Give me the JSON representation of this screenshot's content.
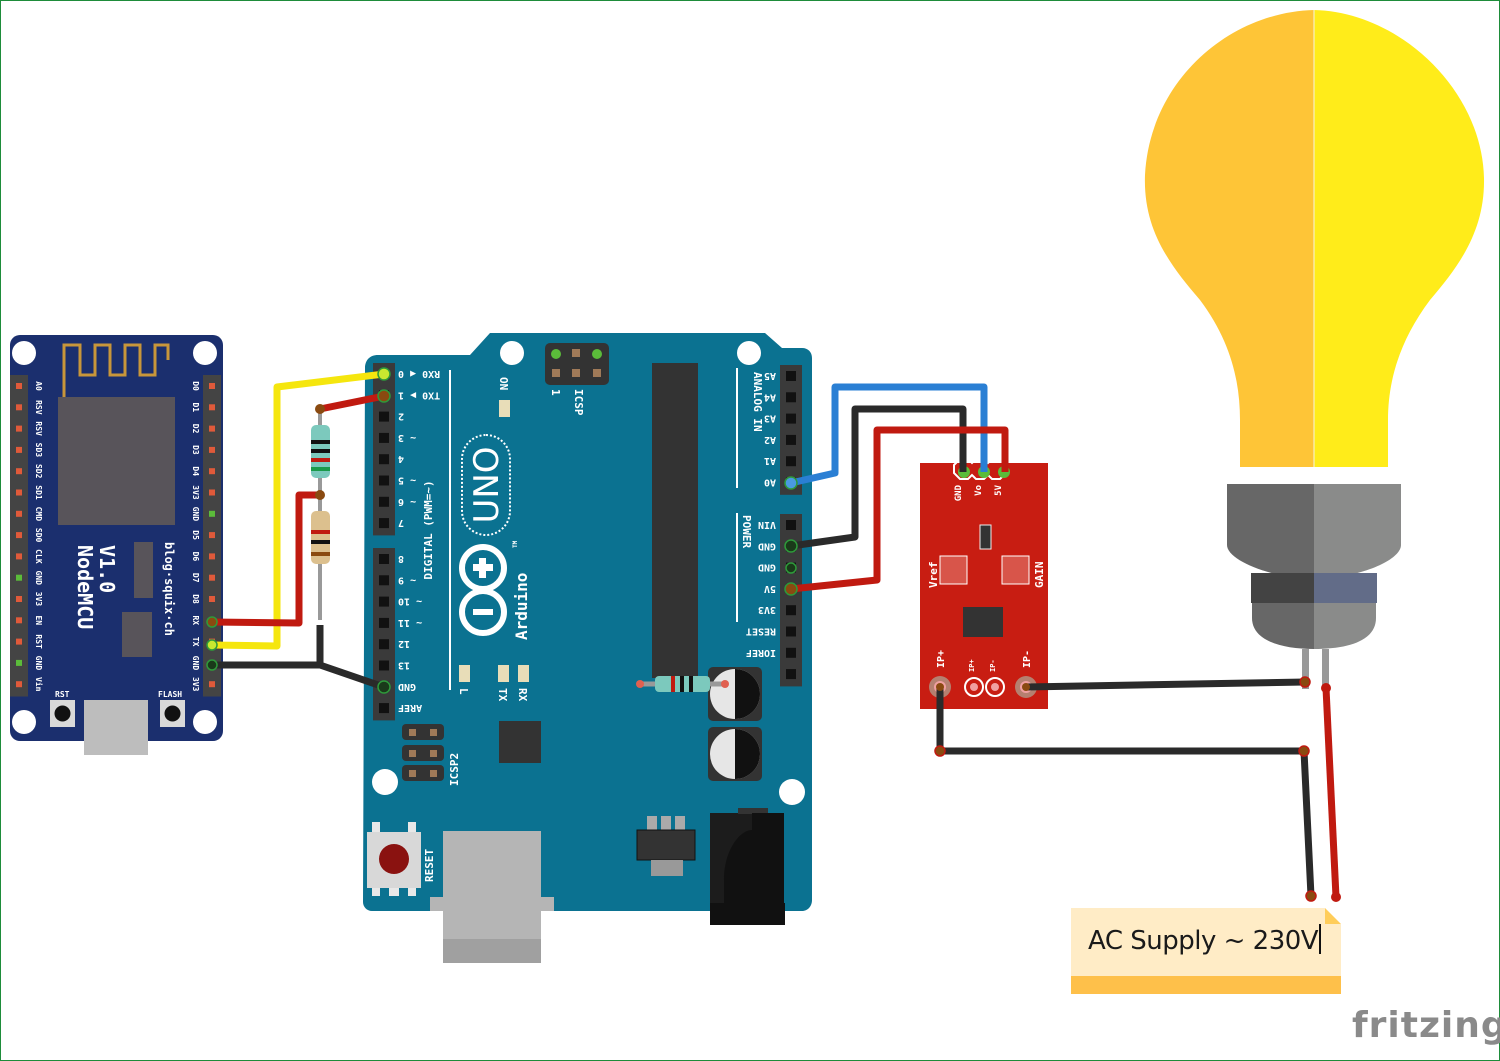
{
  "app": "fritzing",
  "colors": {
    "frame": "#1e8c3a",
    "arduino_board": "#0b7291",
    "nodemcu_board": "#1b2f6e",
    "sensor_board": "#c81d12",
    "bulb_left": "#fec537",
    "bulb_right": "#ffec1a",
    "wire_red": "#c01a10",
    "wire_black": "#2a2a2a",
    "wire_yellow": "#f5e60e",
    "wire_blue": "#2a7fd4"
  },
  "nodemcu": {
    "title": "NodeMCU",
    "version": "V1.0",
    "site": "blog·squix·ch",
    "left_pins": [
      "A0",
      "RSV",
      "RSV",
      "SD3",
      "SD2",
      "SD1",
      "CMD",
      "SD0",
      "CLK",
      "GND",
      "3V3",
      "EN",
      "RST",
      "GND",
      "Vin"
    ],
    "right_pins": [
      "D0",
      "D1",
      "D2",
      "D3",
      "D4",
      "3V3",
      "GND",
      "D5",
      "D6",
      "D7",
      "D8",
      "RX",
      "TX",
      "GND",
      "3V3"
    ],
    "buttons": [
      "RST",
      "FLASH"
    ]
  },
  "arduino": {
    "model": "UNO",
    "brand": "Arduino",
    "tm": "TM",
    "digital_label": "DIGITAL (PWM=~)",
    "digital_pins_top": [
      "RX0 ◀ 0",
      "TX0 ▶ 1",
      "2",
      "~ 3",
      "4",
      "~ 5",
      "~ 6",
      "7"
    ],
    "digital_pins_bottom": [
      "8",
      "~ 9",
      "~ 10",
      "~ 11",
      "12",
      "13",
      "GND",
      "AREF"
    ],
    "analog_label": "ANALOG IN",
    "analog_pins": [
      "A5",
      "A4",
      "A3",
      "A2",
      "A1",
      "A0"
    ],
    "power_label": "POWER",
    "power_pins": [
      "VIN",
      "GND",
      "GND",
      "5V",
      "3V3",
      "RESET",
      "IOREF"
    ],
    "on_label": "ON",
    "icsp_label": "ICSP",
    "icsp_pin1": "1",
    "icsp2_label": "ICSP2",
    "led_labels": [
      "L",
      "TX",
      "RX"
    ],
    "reset_label": "RESET"
  },
  "sensor": {
    "top_pins": [
      "GND",
      "Vo",
      "5V"
    ],
    "trim_left": "Vref",
    "trim_right": "GAIN",
    "bottom_pins": [
      "IP+",
      "IP+",
      "IP-",
      "IP-"
    ]
  },
  "note": {
    "text": "AC Supply ~ 230V"
  },
  "logo": "fritzing"
}
